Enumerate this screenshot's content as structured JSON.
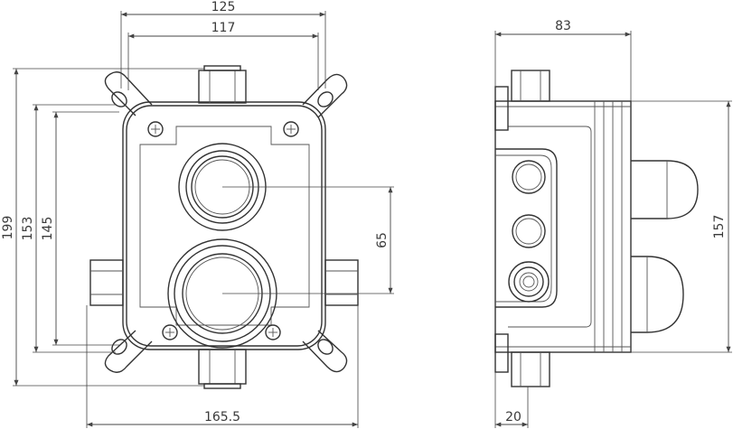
{
  "dimensions": {
    "d125": "125",
    "d117": "117",
    "d199": "199",
    "d153": "153",
    "d145": "145",
    "d65": "65",
    "d165_5": "165.5",
    "d83": "83",
    "d157": "157",
    "d20": "20"
  }
}
